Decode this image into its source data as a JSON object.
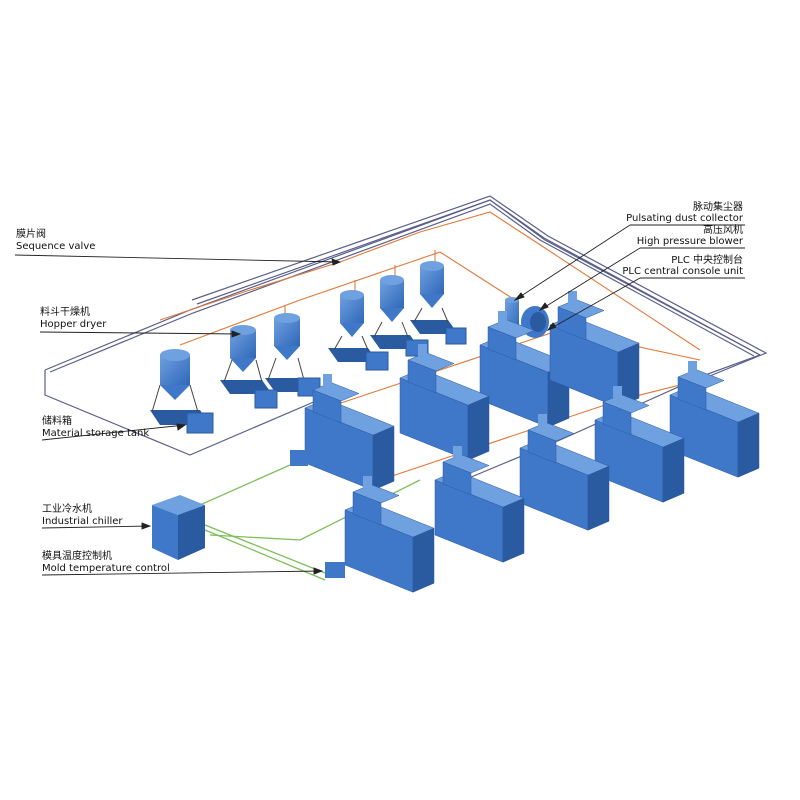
{
  "labels": {
    "sequence_valve": {
      "cn": "膜片阀",
      "en": "Sequence valve"
    },
    "hopper_dryer": {
      "cn": "料斗干燥机",
      "en": "Hopper dryer"
    },
    "material_storage_tank": {
      "cn": "储料箱",
      "en": "Material storage tank"
    },
    "industrial_chiller": {
      "cn": "工业冷水机",
      "en": "Industrial chiller"
    },
    "mold_temperature_control": {
      "cn": "模具温度控制机",
      "en": "Mold temperature control"
    },
    "pulsating_dust_collector": {
      "cn": "脉动集尘器",
      "en": "Pulsating dust collector"
    },
    "high_pressure_blower": {
      "cn": "高压风机",
      "en": "High pressure blower"
    },
    "plc_console": {
      "cn": "PLC 中央控制台",
      "en": "PLC central console unit"
    }
  },
  "colors": {
    "machine_body": "#3f78c8",
    "machine_light": "#6fa0e0",
    "machine_dark": "#2a5aa0",
    "vacuum_line": "#e07a3a",
    "water_line": "#7fbf5a",
    "pipe_line": "#5a5f8a",
    "leader": "#222222"
  }
}
